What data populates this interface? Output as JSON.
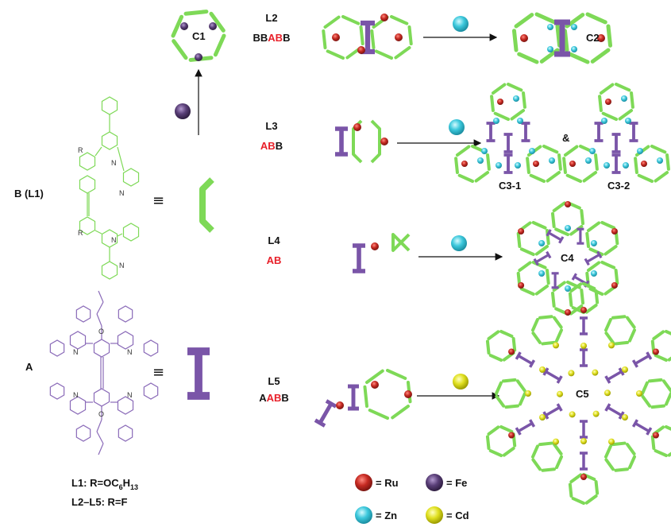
{
  "labels": {
    "b_l1": "B (L1)",
    "a": "A",
    "equiv": "≡",
    "l1_note_prefix": "L1: R=OC",
    "l1_sub1": "6",
    "l1_mid": "H",
    "l1_sub2": "13",
    "l2_l5_note": "L2–L5: R=F",
    "ampersand": "&",
    "atom_r": "R",
    "atom_n": "N",
    "atom_o": "O"
  },
  "ligands": [
    {
      "name": "L2",
      "seq_black1": "BB",
      "seq_red": "AB",
      "seq_black2": "B"
    },
    {
      "name": "L3",
      "seq_black1": "",
      "seq_red": "AB",
      "seq_black2": "B"
    },
    {
      "name": "L4",
      "seq_black1": "",
      "seq_red": "AB",
      "seq_black2": ""
    },
    {
      "name": "L5",
      "seq_black1": "A",
      "seq_red": "AB",
      "seq_black2": "B"
    }
  ],
  "complexes": {
    "c1": "C1",
    "c2": "C2",
    "c3_1": "C3-1",
    "c3_2": "C3-2",
    "c4": "C4",
    "c5": "C5"
  },
  "legend": [
    {
      "symbol": "= Ru",
      "color": "#c62a22"
    },
    {
      "symbol": "= Fe",
      "color": "#5a3f78"
    },
    {
      "symbol": "= Zn",
      "color": "#3cc8dc"
    },
    {
      "symbol": "= Cd",
      "color": "#e0e020"
    }
  ],
  "colors": {
    "ligand_b": "#7ed957",
    "ligand_a": "#7a55a8",
    "red_text": "#e8202a"
  }
}
